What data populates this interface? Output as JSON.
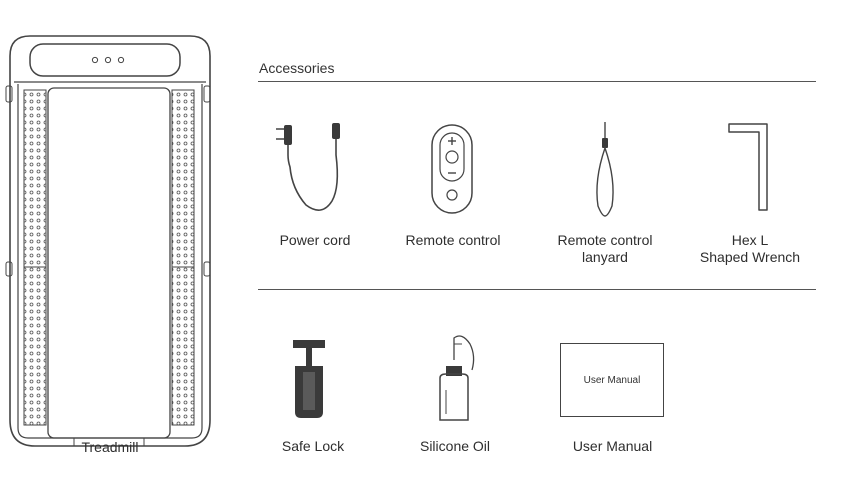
{
  "product": {
    "name": "Treadmill"
  },
  "accessories": {
    "title": "Accessories",
    "items": [
      {
        "label": "Power cord",
        "icon": "power-cord-icon"
      },
      {
        "label": "Remote control",
        "icon": "remote-control-icon"
      },
      {
        "label_line1": "Remote control",
        "label_line2": "lanyard",
        "icon": "lanyard-icon"
      },
      {
        "label_line1": "Hex L",
        "label_line2": "Shaped Wrench",
        "icon": "hex-wrench-icon"
      },
      {
        "label": "Safe Lock",
        "icon": "safe-lock-icon"
      },
      {
        "label": "Silicone Oil",
        "icon": "silicone-oil-icon"
      },
      {
        "label": "User Manual",
        "icon": "user-manual-icon",
        "cover_text": "User Manual"
      }
    ]
  },
  "colors": {
    "line": "#444444",
    "dark_fill": "#3a3a3a",
    "text": "#2e2e2e"
  }
}
